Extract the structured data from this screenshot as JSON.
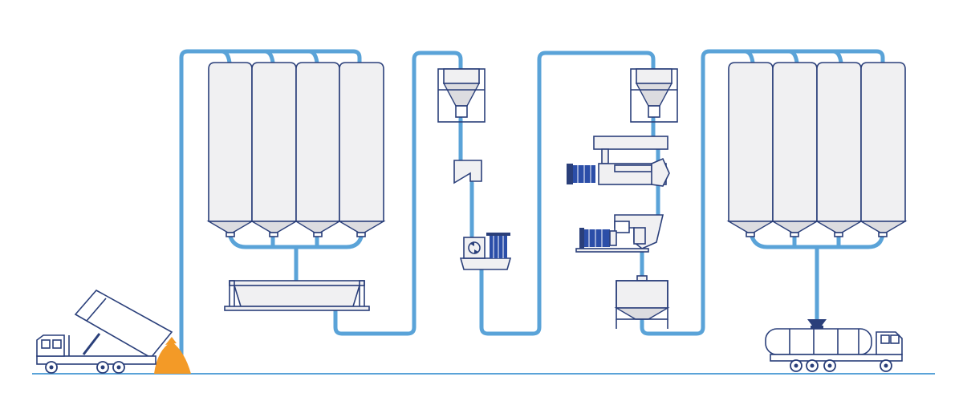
{
  "diagram": {
    "kind": "bulk-material-process-flow",
    "texts": [],
    "colors": {
      "pipe": "#5aa3d8",
      "outline": "#2a3f7a",
      "fill": "#f0f0f2",
      "cone": "#dcdce0",
      "accent": "#2b4ea8",
      "material": "#f39a27",
      "ground": "#5aa3d8"
    },
    "components": [
      {
        "id": "tipper-truck",
        "icon": "tipper-truck-icon"
      },
      {
        "id": "material-pile",
        "icon": "bulk-pile-icon"
      },
      {
        "id": "silo-bank-left",
        "icon": "silo-bank-icon",
        "silo_count": 4
      },
      {
        "id": "collecting-trough",
        "icon": "trough-icon"
      },
      {
        "id": "dosing-hopper-1",
        "icon": "hopper-icon"
      },
      {
        "id": "diverter",
        "icon": "diverter-icon"
      },
      {
        "id": "rotary-feeder",
        "icon": "rotary-feeder-icon"
      },
      {
        "id": "dosing-hopper-2",
        "icon": "hopper-icon"
      },
      {
        "id": "screw-conveyor",
        "icon": "screw-conveyor-icon"
      },
      {
        "id": "crusher",
        "icon": "crusher-icon"
      },
      {
        "id": "big-bag-station",
        "icon": "big-bag-station-icon"
      },
      {
        "id": "silo-bank-right",
        "icon": "silo-bank-icon",
        "silo_count": 4
      },
      {
        "id": "tanker-truck",
        "icon": "tanker-truck-icon"
      }
    ]
  }
}
